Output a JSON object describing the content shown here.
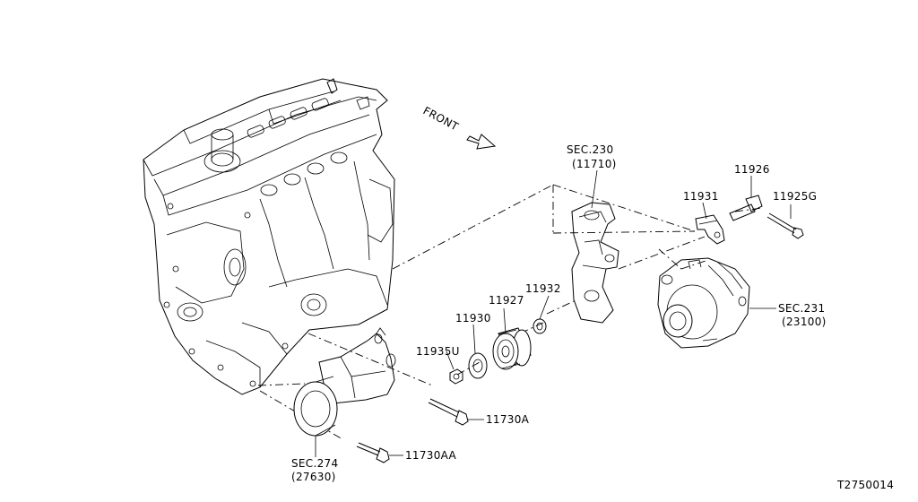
{
  "front_label": "FRONT",
  "parts": {
    "p11931": "11931",
    "p11926": "11926",
    "p11925g": "11925G",
    "p11932": "11932",
    "p11927": "11927",
    "p11930": "11930",
    "p11935u": "11935U",
    "p11730a": "11730A",
    "p11730aa": "11730AA"
  },
  "sections": {
    "sec230": {
      "ref": "SEC.230",
      "code": "(11710)"
    },
    "sec231": {
      "ref": "SEC.231",
      "code": "(23100)"
    },
    "sec274": {
      "ref": "SEC.274",
      "code": "(27630)"
    }
  },
  "diagram_id": "T2750014"
}
